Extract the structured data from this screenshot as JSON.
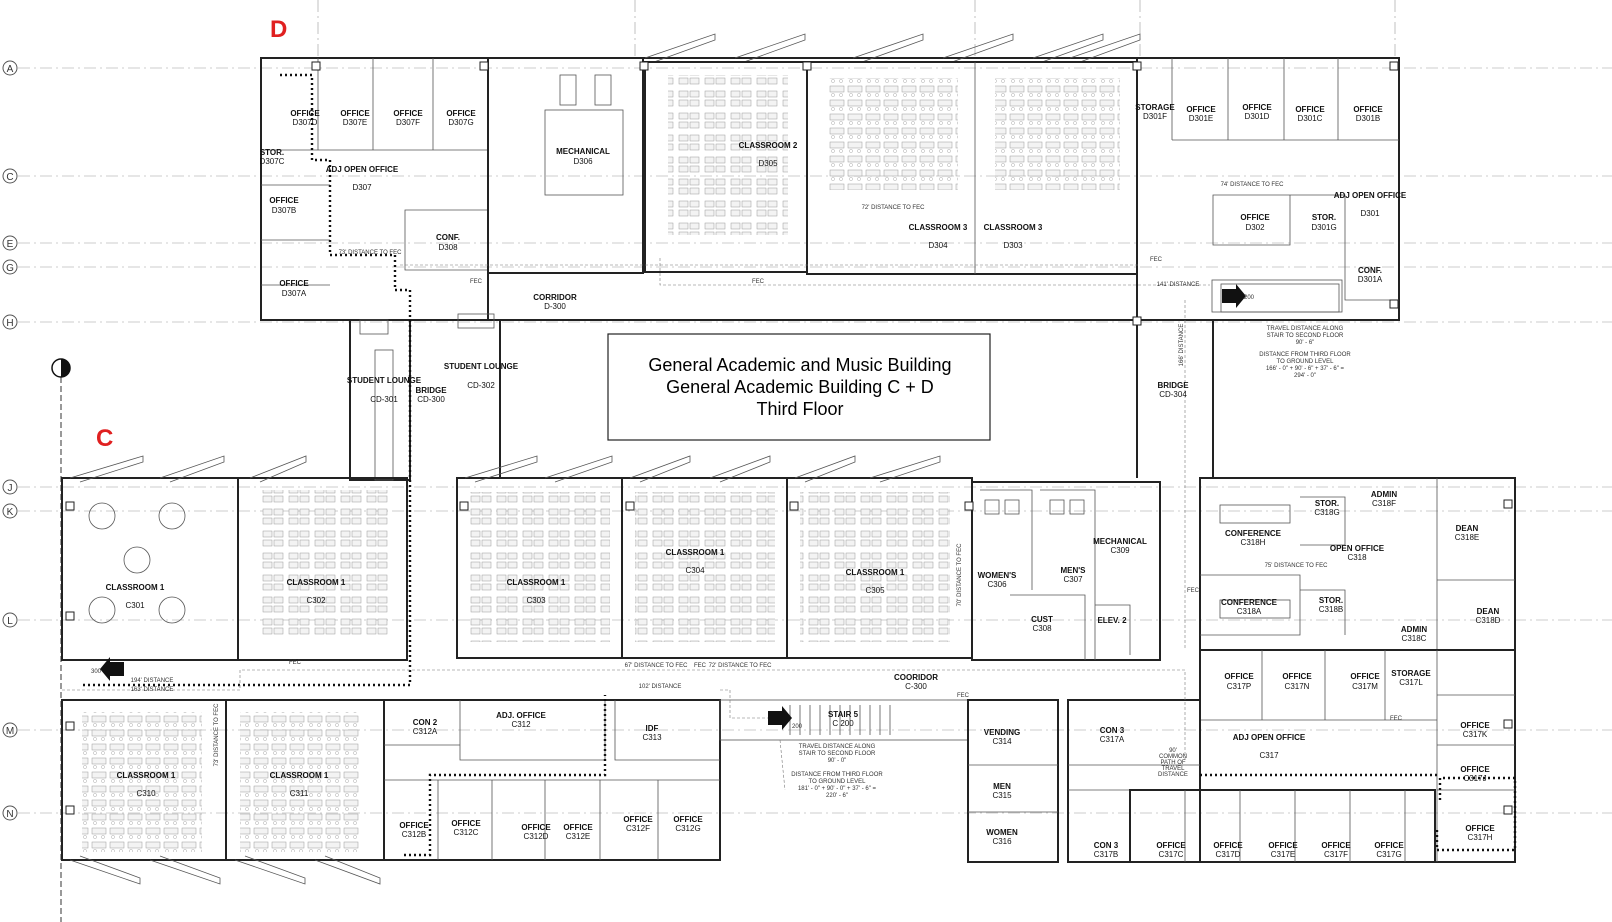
{
  "wings": {
    "d": "D",
    "c": "C"
  },
  "title": {
    "line1": "General Academic and Music Building",
    "line2": "General Academic Building C + D",
    "line3": "Third Floor"
  },
  "grid_labels": [
    "A",
    "C",
    "E",
    "G",
    "H",
    "J",
    "K",
    "L",
    "M",
    "N"
  ],
  "rooms": [
    {
      "id": "d307d",
      "name": "OFFICE",
      "num": "D307D"
    },
    {
      "id": "d307e",
      "name": "OFFICE",
      "num": "D307E"
    },
    {
      "id": "d307f",
      "name": "OFFICE",
      "num": "D307F"
    },
    {
      "id": "d307g",
      "name": "OFFICE",
      "num": "D307G"
    },
    {
      "id": "d307c",
      "name": "STOR.",
      "num": "D307C"
    },
    {
      "id": "d307",
      "name": "ADJ OPEN OFFICE",
      "num": "D307"
    },
    {
      "id": "d307b",
      "name": "OFFICE",
      "num": "D307B"
    },
    {
      "id": "d307a",
      "name": "OFFICE",
      "num": "D307A"
    },
    {
      "id": "d308",
      "name": "CONF.",
      "num": "D308"
    },
    {
      "id": "d306",
      "name": "MECHANICAL",
      "num": "D306"
    },
    {
      "id": "d305",
      "name": "CLASSROOM 2",
      "num": "D305"
    },
    {
      "id": "d304",
      "name": "CLASSROOM 3",
      "num": "D304"
    },
    {
      "id": "d303",
      "name": "CLASSROOM 3",
      "num": "D303"
    },
    {
      "id": "d301f",
      "name": "STORAGE",
      "num": "D301F"
    },
    {
      "id": "d301e",
      "name": "OFFICE",
      "num": "D301E"
    },
    {
      "id": "d301d",
      "name": "OFFICE",
      "num": "D301D"
    },
    {
      "id": "d301c",
      "name": "OFFICE",
      "num": "D301C"
    },
    {
      "id": "d301b",
      "name": "OFFICE",
      "num": "D301B"
    },
    {
      "id": "d302",
      "name": "OFFICE",
      "num": "D302"
    },
    {
      "id": "d301g",
      "name": "STOR.",
      "num": "D301G"
    },
    {
      "id": "d301",
      "name": "ADJ OPEN OFFICE",
      "num": "D301"
    },
    {
      "id": "d301a",
      "name": "CONF.",
      "num": "D301A"
    },
    {
      "id": "d300",
      "name": "CORRIDOR",
      "num": "D-300"
    },
    {
      "id": "cd301",
      "name": "STUDENT LOUNGE",
      "num": "CD-301"
    },
    {
      "id": "cd300",
      "name": "BRIDGE",
      "num": "CD-300"
    },
    {
      "id": "cd302",
      "name": "STUDENT LOUNGE",
      "num": "CD-302"
    },
    {
      "id": "cd304",
      "name": "BRIDGE",
      "num": "CD-304"
    },
    {
      "id": "c301",
      "name": "CLASSROOM 1",
      "num": "C301"
    },
    {
      "id": "c302",
      "name": "CLASSROOM 1",
      "num": "C302"
    },
    {
      "id": "c303",
      "name": "CLASSROOM 1",
      "num": "C303"
    },
    {
      "id": "c304",
      "name": "CLASSROOM 1",
      "num": "C304"
    },
    {
      "id": "c305",
      "name": "CLASSROOM 1",
      "num": "C305"
    },
    {
      "id": "c306",
      "name": "WOMEN'S",
      "num": "C306"
    },
    {
      "id": "c307",
      "name": "MEN'S",
      "num": "C307"
    },
    {
      "id": "c309",
      "name": "MECHANICAL",
      "num": "C309"
    },
    {
      "id": "c308",
      "name": "CUST",
      "num": "C308"
    },
    {
      "id": "elev2",
      "name": "ELEV. 2",
      "num": ""
    },
    {
      "id": "c318h",
      "name": "CONFERENCE",
      "num": "C318H"
    },
    {
      "id": "c318g",
      "name": "STOR.",
      "num": "C318G"
    },
    {
      "id": "c318f",
      "name": "ADMIN",
      "num": "C318F"
    },
    {
      "id": "c318",
      "name": "OPEN OFFICE",
      "num": "C318"
    },
    {
      "id": "c318e",
      "name": "DEAN",
      "num": "C318E"
    },
    {
      "id": "c318a",
      "name": "CONFERENCE",
      "num": "C318A"
    },
    {
      "id": "c318b",
      "name": "STOR.",
      "num": "C318B"
    },
    {
      "id": "c318d",
      "name": "DEAN",
      "num": "C318D"
    },
    {
      "id": "c318c",
      "name": "ADMIN",
      "num": "C318C"
    },
    {
      "id": "c300",
      "name": "COORIDOR",
      "num": "C-300"
    },
    {
      "id": "c317p",
      "name": "OFFICE",
      "num": "C317P"
    },
    {
      "id": "c317n",
      "name": "OFFICE",
      "num": "C317N"
    },
    {
      "id": "c317m",
      "name": "OFFICE",
      "num": "C317M"
    },
    {
      "id": "c317l",
      "name": "STORAGE",
      "num": "C317L"
    },
    {
      "id": "c317k",
      "name": "OFFICE",
      "num": "C317K"
    },
    {
      "id": "c317j",
      "name": "OFFICE",
      "num": "C317J"
    },
    {
      "id": "c317",
      "name": "ADJ OPEN OFFICE",
      "num": "C317"
    },
    {
      "id": "c317h",
      "name": "OFFICE",
      "num": "C317H"
    },
    {
      "id": "c310",
      "name": "CLASSROOM 1",
      "num": "C310"
    },
    {
      "id": "c311",
      "name": "CLASSROOM 1",
      "num": "C311"
    },
    {
      "id": "c312a",
      "name": "CON 2",
      "num": "C312A"
    },
    {
      "id": "c312",
      "name": "ADJ. OFFICE",
      "num": "C312"
    },
    {
      "id": "c313",
      "name": "IDF",
      "num": "C313"
    },
    {
      "id": "c200",
      "name": "STAIR 5",
      "num": "C 200"
    },
    {
      "id": "c314",
      "name": "VENDING",
      "num": "C314"
    },
    {
      "id": "c317a",
      "name": "CON 3",
      "num": "C317A"
    },
    {
      "id": "c315",
      "name": "MEN",
      "num": "C315"
    },
    {
      "id": "c316",
      "name": "WOMEN",
      "num": "C316"
    },
    {
      "id": "c312b",
      "name": "OFFICE",
      "num": "C312B"
    },
    {
      "id": "c312c",
      "name": "OFFICE",
      "num": "C312C"
    },
    {
      "id": "c312d",
      "name": "OFFICE",
      "num": "C312D"
    },
    {
      "id": "c312e",
      "name": "OFFICE",
      "num": "C312E"
    },
    {
      "id": "c312f",
      "name": "OFFICE",
      "num": "C312F"
    },
    {
      "id": "c312g",
      "name": "OFFICE",
      "num": "C312G"
    },
    {
      "id": "c317b",
      "name": "CON 3",
      "num": "C317B"
    },
    {
      "id": "c317c",
      "name": "OFFICE",
      "num": "C317C"
    },
    {
      "id": "c317d",
      "name": "OFFICE",
      "num": "C317D"
    },
    {
      "id": "c317e",
      "name": "OFFICE",
      "num": "C317E"
    },
    {
      "id": "c317f",
      "name": "OFFICE",
      "num": "C317F"
    },
    {
      "id": "c317g",
      "name": "OFFICE",
      "num": "C317G"
    }
  ],
  "notes": {
    "d_dist_73": "73' DISTANCE TO FEC",
    "d_dist_72": "72' DISTANCE TO FEC",
    "d_dist_74": "74' DISTANCE TO FEC",
    "d_dist_141": "141' DISTANCE",
    "d_dist_166": "166' DISTANCE",
    "d_stair_travel_1": "TRAVEL DISTANCE ALONG",
    "d_stair_travel_2": "STAIR TO SECOND FLOOR",
    "d_stair_travel_3": "90' - 6\"",
    "d_ground_1": "DISTANCE FROM THIRD FLOOR",
    "d_ground_2": "TO GROUND LEVEL",
    "d_ground_3": "166' - 0\" + 90' - 6\" + 37' - 6\" =",
    "d_ground_4": "294' - 0\"",
    "d_stair_tag": "200",
    "c_dist_194": "194' DISTANCE",
    "c_dist_163": "163' DISTANCE",
    "c_dist_67": "67' DISTANCE TO FEC",
    "c_dist_72": "72' DISTANCE TO FEC",
    "c_dist_75": "75' DISTANCE TO FEC",
    "c_dist_70": "70' DISTANCE TO FEC",
    "c_dist_73v": "73' DISTANCE TO FEC",
    "c_dist_102": "102' DISTANCE",
    "c_common_1": "90'",
    "c_common_2": "COMMON",
    "c_common_3": "PATH OF",
    "c_common_4": "TRAVEL",
    "c_common_5": "DISTANCE",
    "c_stair_travel_1": "TRAVEL DISTANCE ALONG",
    "c_stair_travel_2": "STAIR TO SECOND FLOOR",
    "c_stair_travel_3": "90' - 0\"",
    "c_ground_1": "DISTANCE FROM THIRD FLOOR",
    "c_ground_2": "TO GROUND LEVEL",
    "c_ground_3": "181' - 0\" + 90' - 0\" + 37' - 6\" =",
    "c_ground_4": "220' - 6\"",
    "c_stair_tag": "200",
    "c_exit_tag": "300",
    "fec": "FEC"
  }
}
